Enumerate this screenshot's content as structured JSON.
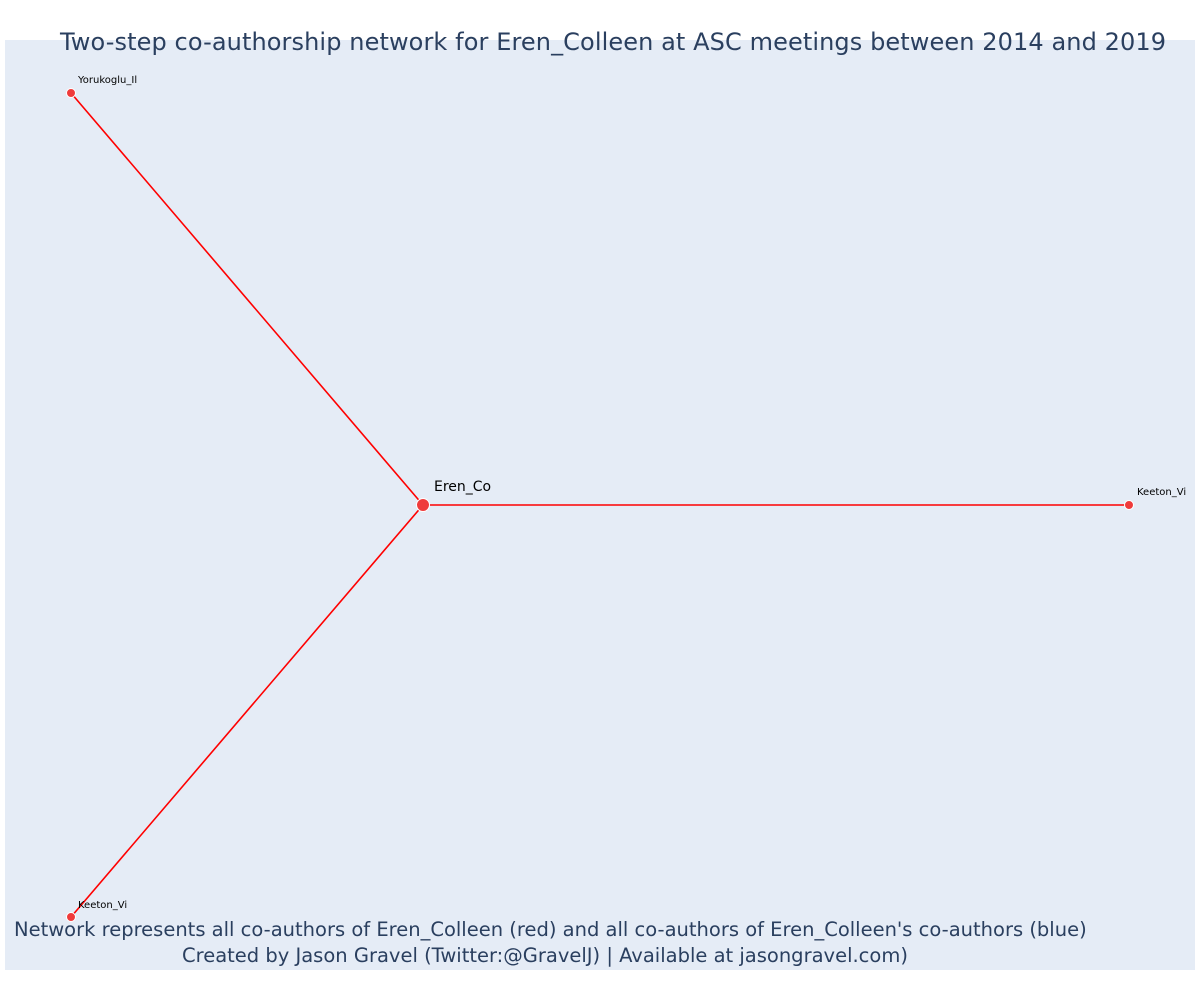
{
  "title": "Two-step co-authorship network for Eren_Colleen at ASC meetings between 2014 and 2019",
  "footer": {
    "line1": "Network represents all co-authors of Eren_Colleen (red) and all co-authors of Eren_Colleen's co-authors (blue)",
    "line2": "Created by Jason Gravel (Twitter:@GravelJ) | Available at jasongravel.com)"
  },
  "colors": {
    "plot_background": "#e5ecf6",
    "title_text": "#2a3f5f",
    "edge": "#ff0000",
    "node_fill": "#ef3b3b",
    "node_stroke": "#ffffff"
  },
  "network": {
    "center": {
      "label": "Eren_Co"
    },
    "nodes": [
      {
        "label": "Yorukoglu_Il"
      },
      {
        "label": "Keeton_Vi"
      },
      {
        "label": "Keeton_Vi"
      }
    ],
    "edges": [
      {
        "from": "Eren_Co",
        "to": "Yorukoglu_Il"
      },
      {
        "from": "Eren_Co",
        "to": "Keeton_Vi"
      },
      {
        "from": "Eren_Co",
        "to": "Keeton_Vi"
      }
    ]
  }
}
